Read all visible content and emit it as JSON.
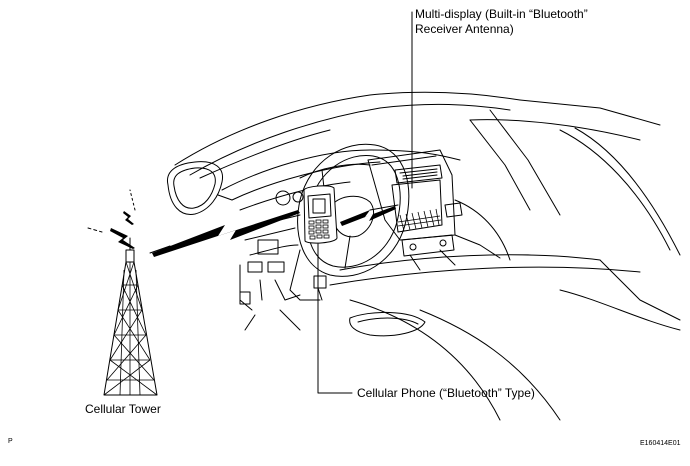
{
  "labels": {
    "multi_display_line1": "Multi-display (Built-in “Bluetooth”",
    "multi_display_line2": "Receiver Antenna)",
    "cellular_phone": "Cellular Phone (“Bluetooth” Type)",
    "cellular_tower": "Cellular Tower",
    "page_marker": "P",
    "figure_code": "E160414E01"
  }
}
